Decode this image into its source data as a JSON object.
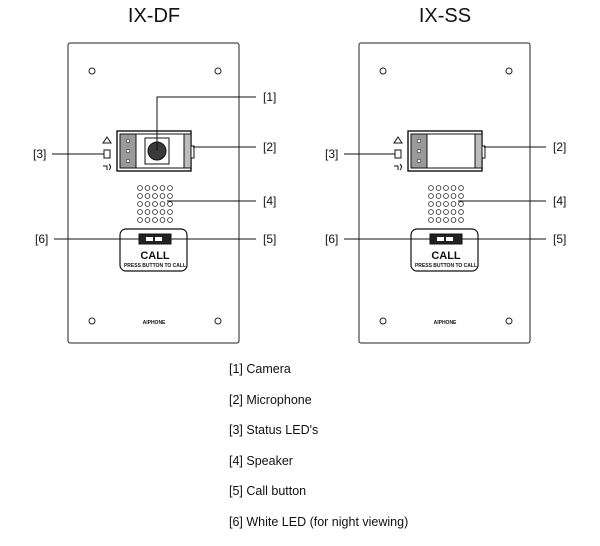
{
  "devices": [
    {
      "title": "IX-DF",
      "logo": "AIPHONE",
      "call_label": "CALL",
      "press_label": "PRESS BUTTON TO CALL",
      "has_camera_lens": true
    },
    {
      "title": "IX-SS",
      "logo": "AIPHONE",
      "call_label": "CALL",
      "press_label": "PRESS BUTTON TO CALL",
      "has_camera_lens": false
    }
  ],
  "callout_labels": {
    "camera": "[1]",
    "microphone": "[2]",
    "status_leds": "[3]",
    "speaker": "[4]",
    "call_button": "[5]",
    "white_led": "[6]"
  },
  "legend": [
    "[1] Camera",
    "[2] Microphone",
    "[3] Status LED's",
    "[4] Speaker",
    "[5] Call button",
    "[6] White LED (for night viewing)"
  ]
}
